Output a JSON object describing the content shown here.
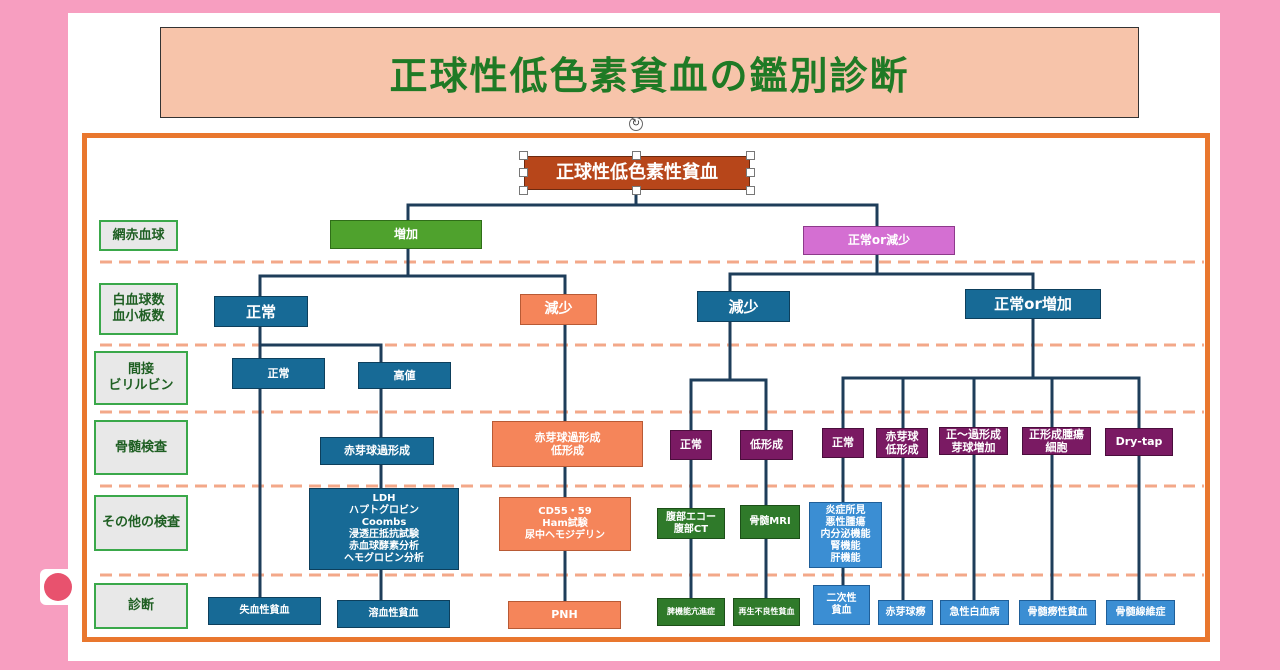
{
  "title": "正球性低色素貧血の鑑別診断",
  "root": "正球性低色素性貧血",
  "row_labels": {
    "reticulocyte": "網赤血球",
    "wbc_plt": "白血球数\n血小板数",
    "ind_bili": "間接\nビリルビン",
    "marrow": "骨髄検査",
    "other": "その他の検査",
    "diagnosis": "診断"
  },
  "level1": {
    "increase": "増加",
    "normal_or_decrease": "正常or減少"
  },
  "level2": {
    "normal": "正常",
    "decrease_left": "減少",
    "decrease_right": "減少",
    "normal_or_increase": "正常or増加"
  },
  "bilirubin": {
    "normal": "正常",
    "high": "高値"
  },
  "marrow": {
    "erythroid_hyperplasia": "赤芽球過形成",
    "hyper_hypo": "赤芽球過形成\n低形成",
    "normal_a": "正常",
    "hypoplasia": "低形成",
    "normal_b": "正常",
    "erythroblast_hypo": "赤芽球\n低形成",
    "normo_hyper_megakaryo": "正～過形成\n芽球増加",
    "tumor_cells": "正形成腫瘍\n細胞",
    "dry_tap": "Dry-tap"
  },
  "other_tests": {
    "hemolysis": "LDH\nハプトグロビン\nCoombs\n浸透圧抵抗試験\n赤血球酵素分析\nヘモグロビン分析",
    "pnh_tests": "CD55・59\nHam試験\n尿中ヘモジデリン",
    "abd": "腹部エコー\n腹部CT",
    "mri": "骨髄MRI",
    "secondary": "炎症所見\n悪性腫瘍\n内分泌機能\n腎機能\n肝機能"
  },
  "diagnosis": {
    "blood_loss": "失血性貧血",
    "hemolytic": "溶血性貧血",
    "pnh": "PNH",
    "hypersplenism": "脾機能亢進症",
    "aplastic": "再生不良性貧血",
    "secondary": "二次性\n貧血",
    "erythroblastopenia": "赤芽球癆",
    "acute_leukemia": "急性白血病",
    "myelophthisic": "骨髄癆性貧血",
    "myelofibrosis": "骨髄線維症"
  },
  "colors": {
    "background": "#f79ec0",
    "frame": "#e9772e",
    "title_fill": "#f7c4aa",
    "title_text": "#1f7a25",
    "teal": "#176a96",
    "orange": "#f5855a",
    "purple": "#7a1a63",
    "light_blue": "#3b8ed3",
    "dark_green": "#2f7a2a",
    "connector": "#1e3d5a",
    "dash": "#f3a889"
  }
}
